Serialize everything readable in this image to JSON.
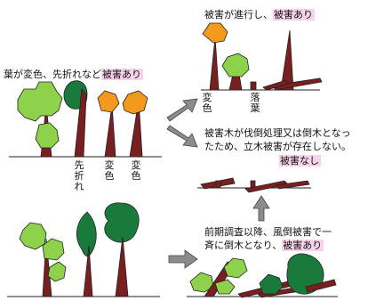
{
  "panels": {
    "top_left": {
      "caption_text": "葉が変色、先折れなど",
      "caption_badge": "被害あり",
      "tree_labels": {
        "broken_tip": "先折れ",
        "discolored_1": "変色",
        "discolored_2": "変色"
      }
    },
    "top_right": {
      "caption_text": "被害が進行し、",
      "caption_badge": "被害あり",
      "tree_labels": {
        "discolored": "変色",
        "fallen_leaves": "落葉"
      }
    },
    "middle_right": {
      "caption_line1": "被害木が伐倒処理又は倒木となっ",
      "caption_line2": "たため、立木被害が存在しない。",
      "caption_badge": "被害なし"
    },
    "bottom_right": {
      "caption_line1": "前期調査以降、風倒被害で一",
      "caption_line2_text": "斉に倒木となり、",
      "caption_badge": "被害あり"
    }
  },
  "colors": {
    "trunk": "#7a1f1f",
    "light_green": "#8ed14a",
    "dark_green": "#1a7a3c",
    "orange": "#f39a1d",
    "highlight": "#f6d3ea",
    "arrow": "#8c8c8c"
  }
}
